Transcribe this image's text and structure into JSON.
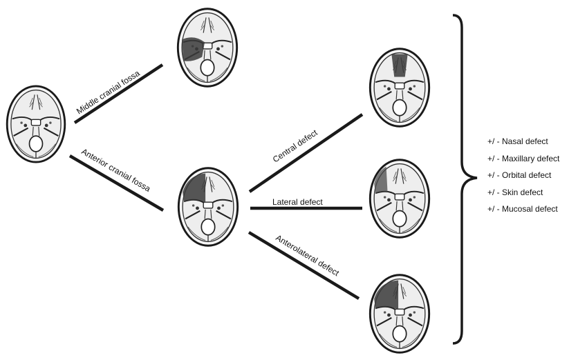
{
  "branches": {
    "middle_cranial_fossa": "Middle cranial fossa",
    "anterior_cranial_fossa": "Anterior cranial fossa",
    "central_defect": "Central defect",
    "lateral_defect": "Lateral defect",
    "anterolateral_defect": "Anterolateral defect"
  },
  "associated_defects": [
    "+/ - Nasal defect",
    "+/ - Maxillary defect",
    "+/ - Orbital defect",
    "+/ - Skin defect",
    "+/ - Mucosal defect"
  ],
  "colors": {
    "line": "#1a1a1a",
    "skull_fill": "#f2f2f2",
    "shading": "#3a3a3a"
  }
}
